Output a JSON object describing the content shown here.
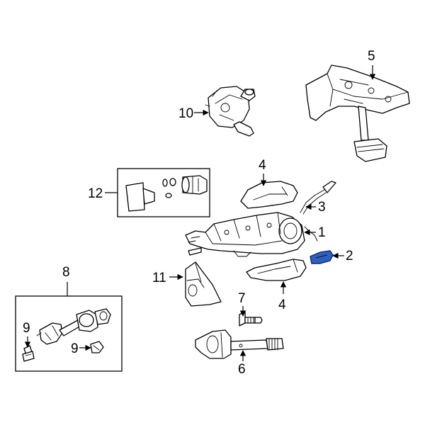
{
  "callouts": {
    "c1": "1",
    "c2": "2",
    "c3": "3",
    "c4_top": "4",
    "c4_bottom": "4",
    "c5": "5",
    "c6": "6",
    "c7": "7",
    "c8": "8",
    "c9_left": "9",
    "c9_right": "9",
    "c10": "10",
    "c11": "11",
    "c12": "12"
  },
  "colors": {
    "highlight_fill": "#2f5fbf",
    "highlight_stroke": "#0b2a78",
    "line": "#000000",
    "background": "#ffffff"
  },
  "highlighted_part": "2"
}
